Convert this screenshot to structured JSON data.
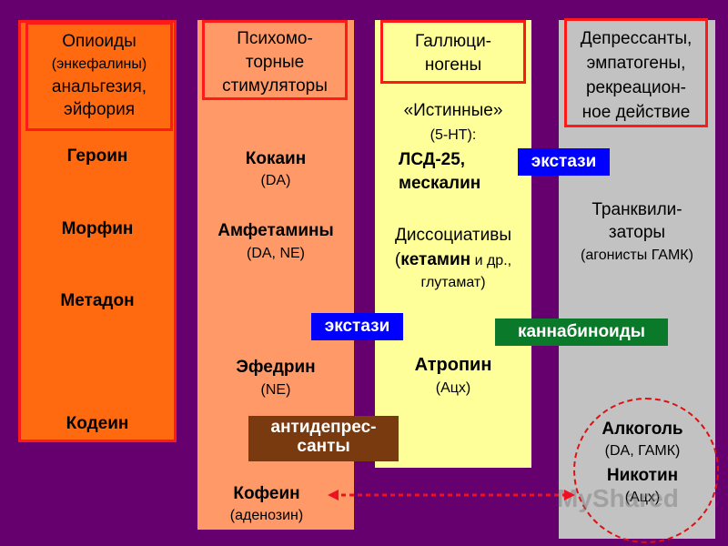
{
  "columns": [
    {
      "header": [
        "Опиоиды",
        "(энкефалины)",
        "анальгезия,",
        "эйфория"
      ],
      "items": [
        "Героин",
        "Морфин",
        "Метадон",
        "Кодеин"
      ]
    },
    {
      "header": [
        "Психомо-",
        "торные",
        "стимуляторы"
      ],
      "items": [
        {
          "name": "Кокаин",
          "note": "(DA)"
        },
        {
          "name": "Амфетамины",
          "note": "(DA, NE)"
        },
        {
          "name": "Эфедрин",
          "note": "(NE)"
        },
        {
          "name": "Кофеин",
          "note": "(аденозин)"
        }
      ]
    },
    {
      "header": [
        "Галлюци-",
        "ногены"
      ],
      "true_label": "«Истинные»",
      "true_note": "(5-HT):",
      "true_items": [
        "ЛСД-25,",
        "мескалин"
      ],
      "dissoc_title": "Диссоциативы",
      "dissoc_open": "(",
      "dissoc_bold": "кетамин",
      "dissoc_rest": " и др.,",
      "dissoc_line3": "глутамат)",
      "atropine": {
        "name": "Атропин",
        "note": "(Ацх)"
      }
    },
    {
      "header": [
        "Депрессанты,",
        "эмпатогены,",
        "рекреацион-",
        "ное действие"
      ],
      "tranq": [
        "Транквили-",
        "заторы"
      ],
      "tranq_note": "(агонисты ГАМК)",
      "items": [
        {
          "name": "Алкоголь",
          "note": "(DA, ГАМК)"
        },
        {
          "name": "Никотин",
          "note": "(Ацх)"
        }
      ]
    }
  ],
  "tags": {
    "ecstasy_top": "экстази",
    "ecstasy_mid": "экстази",
    "cannabinoids": "каннабиноиды",
    "antidepressants": [
      "антидепрес-",
      "санты"
    ]
  },
  "colors": {
    "background": "#66006e",
    "opioids": "#ff6a10",
    "stimulants": "#ff9a68",
    "hallucinogens": "#ffff9a",
    "depressants": "#c2c2c2",
    "border": "#ff1a1a",
    "tag_blue": "#0000ff",
    "tag_green": "#0a7a2a",
    "tag_brown": "#7a3a10"
  },
  "watermark": "MyShared"
}
